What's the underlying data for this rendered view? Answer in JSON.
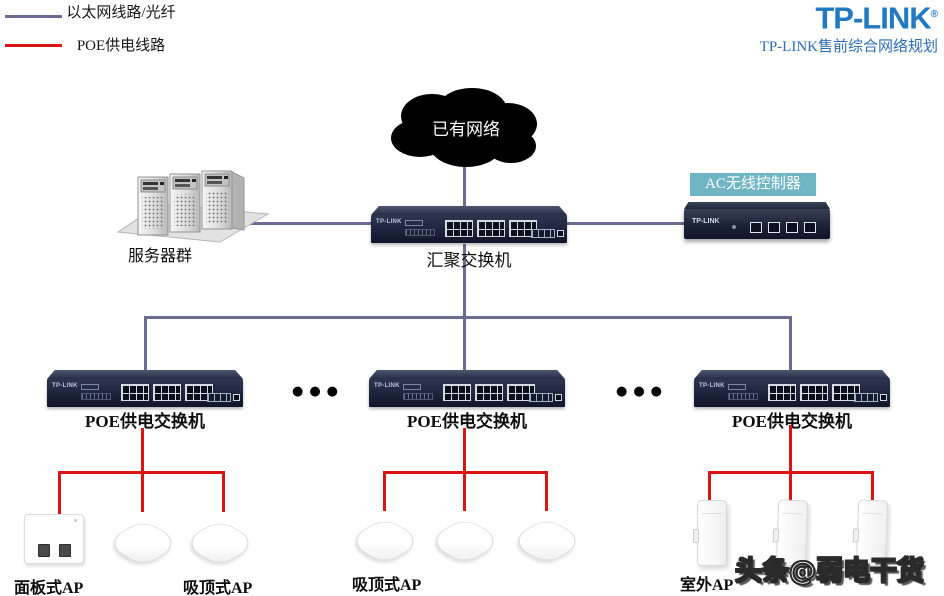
{
  "header": {
    "logo": "TP-LINK",
    "reg": "®",
    "subtitle": "TP-LINK售前综合网络规划"
  },
  "legend": {
    "items": [
      {
        "label": "以太网线路/光纤",
        "color": "#6b6b94"
      },
      {
        "label": "POE供电线路",
        "color": "#dc1414"
      }
    ]
  },
  "cloud": {
    "label": "已有网络"
  },
  "network": {
    "servers_label": "服务器群",
    "core_switch_label": "汇聚交换机",
    "ac_label": "AC无线控制器",
    "device_brand": "TP-LINK",
    "poe_switch_labels": [
      "POE供电交换机",
      "POE供电交换机",
      "POE供电交换机"
    ],
    "ellipsis": "●●●",
    "ap_labels": {
      "panel": "面板式AP",
      "ceiling_left": "吸顶式AP",
      "ceiling_mid": "吸顶式AP",
      "outdoor": "室外AP"
    }
  },
  "watermark": "头条@弱电干货",
  "colors": {
    "ethernet_line": "#6b6b94",
    "poe_line": "#dc1414",
    "brand_blue": "#2079c2",
    "ac_label_bg": "#6fb5c4",
    "cloud_fill": "#000000"
  }
}
